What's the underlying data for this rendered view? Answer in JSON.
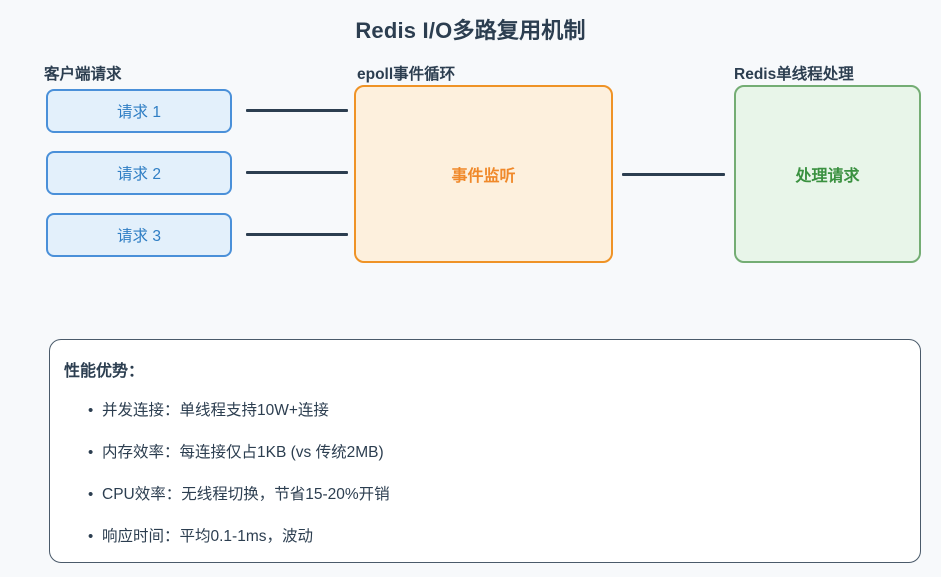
{
  "page": {
    "title": "Redis I/O多路复用机制",
    "background_color": "#f7f9fb",
    "text_color": "#2c3e50"
  },
  "columns": {
    "client": {
      "label": "客户端请求",
      "accent_color": "#4a90d9",
      "fill_color": "#e3f0fb",
      "text_color": "#2f7ec4",
      "boxes": [
        {
          "label": "请求 1"
        },
        {
          "label": "请求 2"
        },
        {
          "label": "请求 3"
        }
      ]
    },
    "epoll": {
      "label": "epoll事件循环",
      "accent_color": "#ef9326",
      "fill_color": "#fdf0dd",
      "text_color": "#f0892a",
      "box_label": "事件监听"
    },
    "redis": {
      "label": "Redis单线程处理",
      "accent_color": "#74ad74",
      "fill_color": "#e8f5e9",
      "text_color": "#3a9140",
      "box_label": "处理请求"
    }
  },
  "connectors": {
    "color": "#2c3e50",
    "count": 4
  },
  "info_panel": {
    "heading": "性能优势：",
    "border_color": "#4a5a6a",
    "bullet_char": "•",
    "benefits": [
      {
        "text": "并发连接：单线程支持10W+连接"
      },
      {
        "text": "内存效率：每连接仅占1KB (vs 传统2MB)"
      },
      {
        "text": "CPU效率：无线程切换，节省15-20%开销"
      },
      {
        "text": "响应时间：平均0.1-1ms，波动"
      }
    ]
  }
}
